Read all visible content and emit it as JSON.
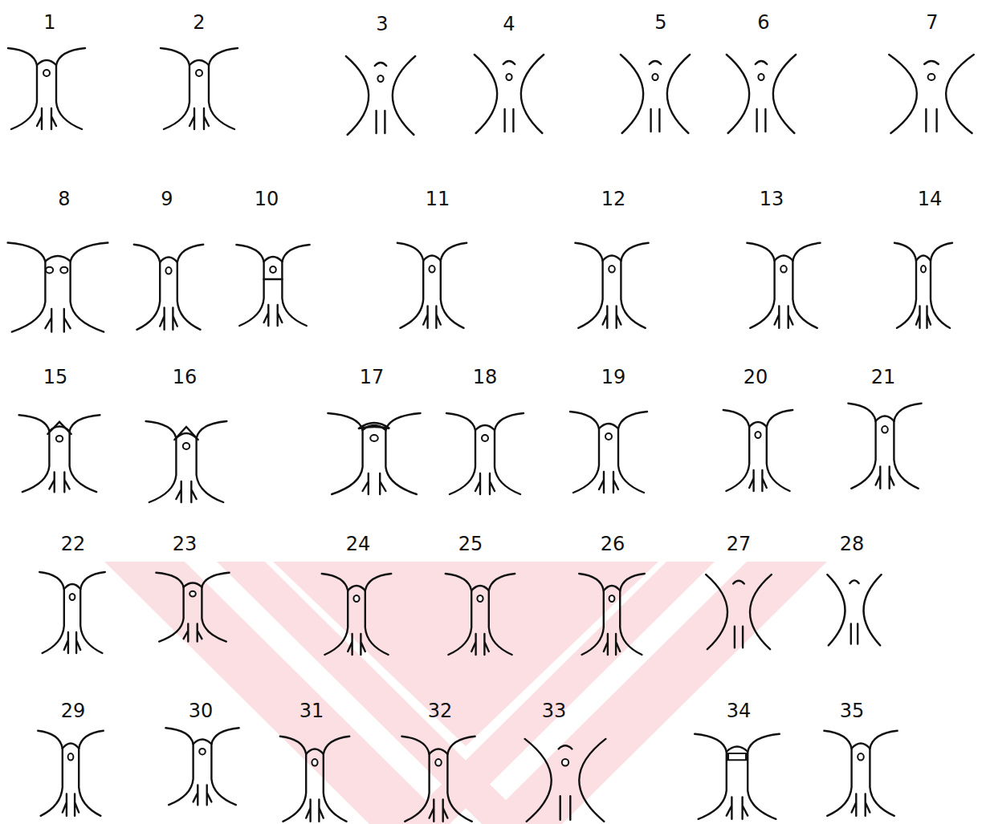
{
  "diagram": {
    "labels": [
      "1",
      "2",
      "3",
      "4",
      "5",
      "6",
      "7",
      "8",
      "9",
      "10",
      "11",
      "12",
      "13",
      "14",
      "15",
      "16",
      "17",
      "18",
      "19",
      "20",
      "21",
      "22",
      "23",
      "24",
      "25",
      "26",
      "27",
      "28",
      "29",
      "30",
      "31",
      "32",
      "33",
      "34",
      "35"
    ]
  }
}
